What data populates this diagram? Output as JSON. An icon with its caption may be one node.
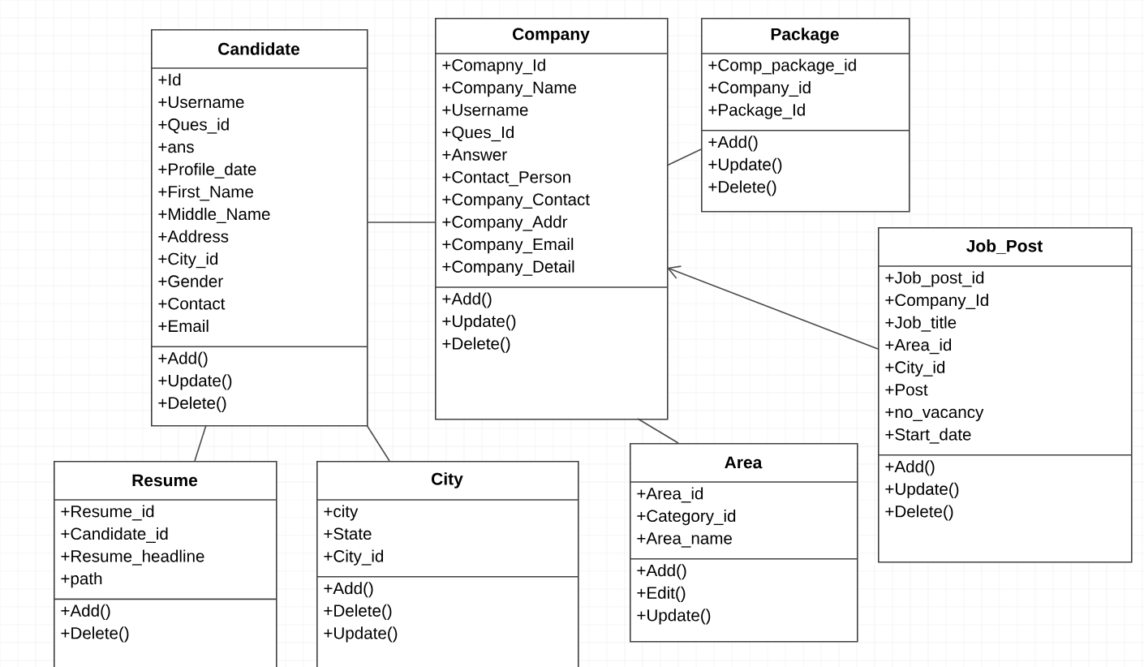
{
  "diagram": {
    "nodes": [
      {
        "text": [
          "Candidate",
          "+Id +Username +Ques_id +ans +Profile_date +First_Name +Middle_Name +Address +City_id +Gender +Contact +Email",
          "+Add() +Update() +Delete()"
        ]
      },
      {
        "text": [
          "Company",
          "+Comapny_Id +Company_Name +Username +Ques_Id +Answer +Contact_Person +Company_Contact +Company_Addr +Company_Email +Company_Detail",
          "+Add() +Update() +Delete()"
        ]
      },
      {
        "text": [
          "Package",
          "+Comp_package_id +Company_id +Package_Id",
          "+Add() +Update() +Delete()"
        ]
      },
      {
        "text": [
          "Job_Post",
          "+Job_post_id +Company_Id +Job_title +Area_id +City_id +Post +no_vacancy +Start_date",
          "+Add() +Update() +Delete()"
        ]
      },
      {
        "text": [
          "Resume",
          "+Resume_id +Candidate_id +Resume_headline +path",
          "+Add() +Delete()"
        ]
      },
      {
        "text": [
          "City",
          "+city +State +City_id",
          "+Add() +Delete() +Update()"
        ]
      },
      {
        "text": [
          "Area",
          "+Area_id +Category_id +Area_name",
          "+Add() +Edit() +Update()"
        ]
      }
    ],
    "edges": [
      {
        "from": 0,
        "to": 1,
        "arrow": "none"
      },
      {
        "from": 1,
        "to": 2,
        "arrow": "none"
      },
      {
        "from": 3,
        "to": 1,
        "arrow": "to"
      },
      {
        "from": 0,
        "to": 4,
        "arrow": "none"
      },
      {
        "from": 0,
        "to": 5,
        "arrow": "none"
      },
      {
        "from": 1,
        "to": 6,
        "arrow": "none"
      }
    ]
  }
}
